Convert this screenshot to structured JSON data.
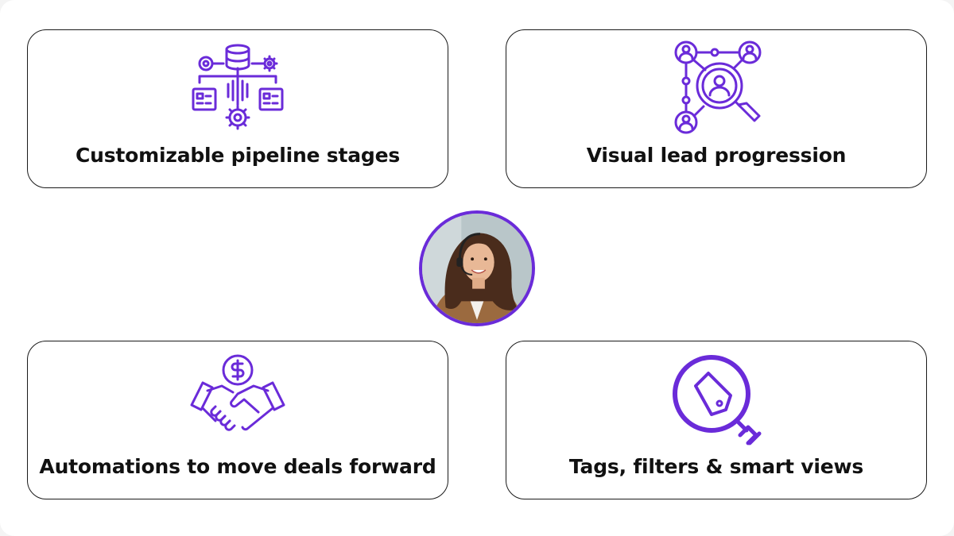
{
  "accent_color": "#6a2bd9",
  "features": [
    {
      "label": "Customizable pipeline stages",
      "icon": "pipeline-database-icon"
    },
    {
      "label": "Visual lead progression",
      "icon": "lead-network-search-icon"
    },
    {
      "label": "Automations to move deals forward",
      "icon": "handshake-dollar-icon"
    },
    {
      "label": "Tags, filters & smart views",
      "icon": "tag-search-icon"
    }
  ],
  "avatar": {
    "icon": "support-agent-avatar"
  }
}
